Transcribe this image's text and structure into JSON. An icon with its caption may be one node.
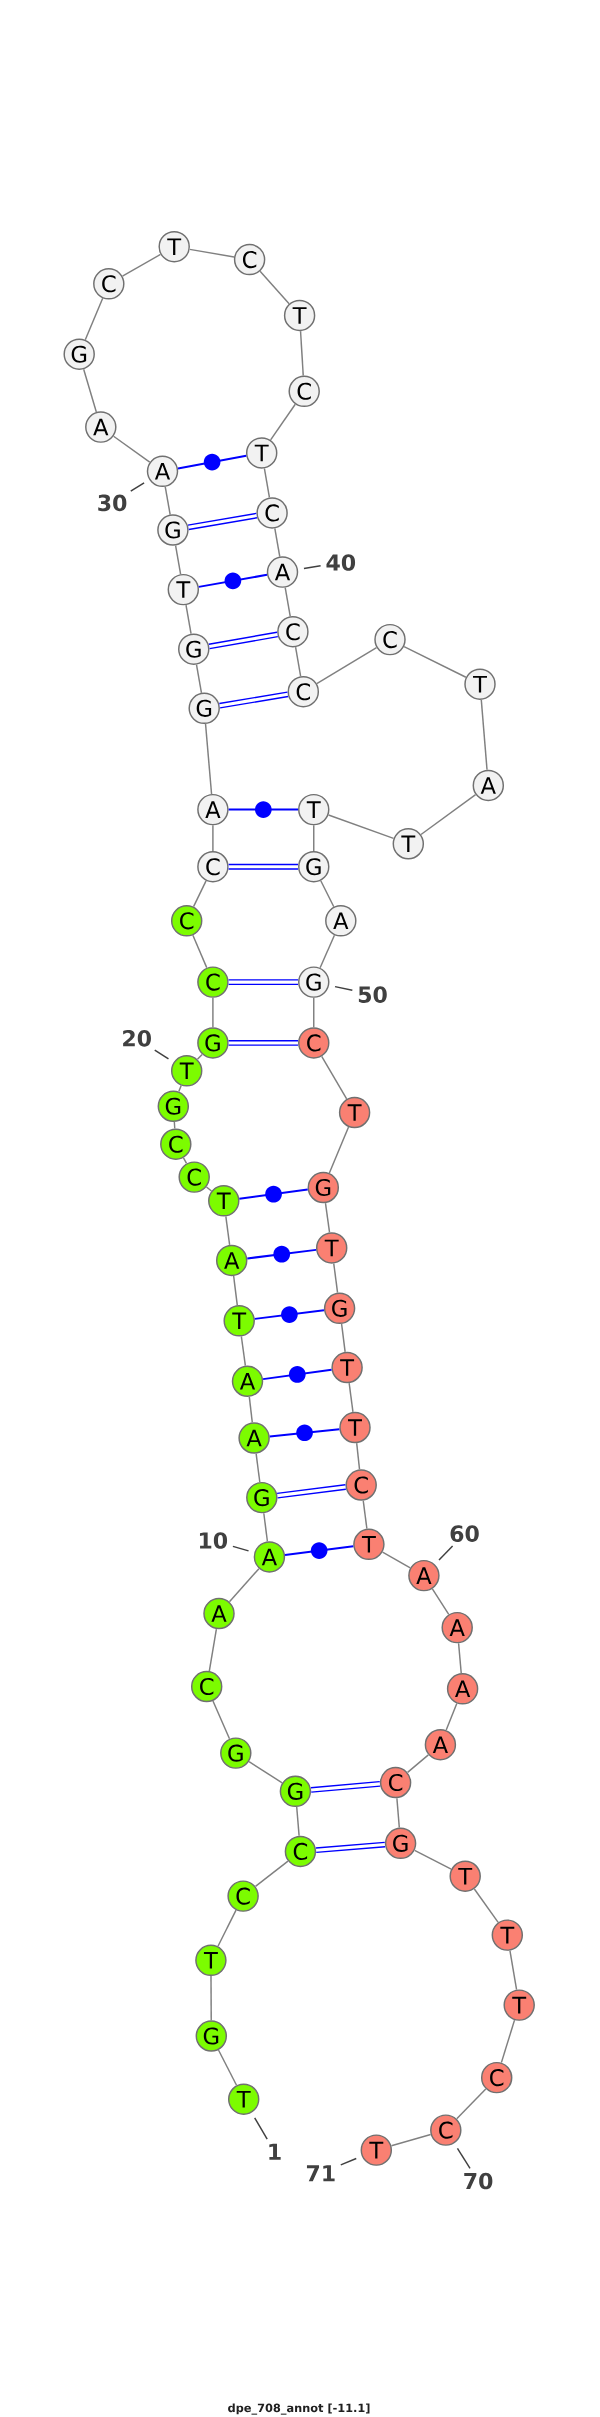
{
  "diagram": {
    "caption": "dpe_708_annot [-11.1]",
    "nodes": [
      {
        "text": [
          "T"
        ]
      },
      {
        "text": [
          "G"
        ]
      },
      {
        "text": [
          "T"
        ]
      },
      {
        "text": [
          "C"
        ]
      },
      {
        "text": [
          "C"
        ]
      },
      {
        "text": [
          "G"
        ]
      },
      {
        "text": [
          "G"
        ]
      },
      {
        "text": [
          "C"
        ]
      },
      {
        "text": [
          "A"
        ]
      },
      {
        "text": [
          "A"
        ]
      },
      {
        "text": [
          "G"
        ]
      },
      {
        "text": [
          "A"
        ]
      },
      {
        "text": [
          "A"
        ]
      },
      {
        "text": [
          "T"
        ]
      },
      {
        "text": [
          "A"
        ]
      },
      {
        "text": [
          "T"
        ]
      },
      {
        "text": [
          "C"
        ]
      },
      {
        "text": [
          "C"
        ]
      },
      {
        "text": [
          "G"
        ]
      },
      {
        "text": [
          "T"
        ]
      },
      {
        "text": [
          "G"
        ]
      },
      {
        "text": [
          "C"
        ]
      },
      {
        "text": [
          "C"
        ]
      },
      {
        "text": [
          "C"
        ]
      },
      {
        "text": [
          "A"
        ]
      },
      {
        "text": [
          "G"
        ]
      },
      {
        "text": [
          "G"
        ]
      },
      {
        "text": [
          "T"
        ]
      },
      {
        "text": [
          "G"
        ]
      },
      {
        "text": [
          "A"
        ]
      },
      {
        "text": [
          "A"
        ]
      },
      {
        "text": [
          "G"
        ]
      },
      {
        "text": [
          "C"
        ]
      },
      {
        "text": [
          "T"
        ]
      },
      {
        "text": [
          "C"
        ]
      },
      {
        "text": [
          "T"
        ]
      },
      {
        "text": [
          "C"
        ]
      },
      {
        "text": [
          "T"
        ]
      },
      {
        "text": [
          "C"
        ]
      },
      {
        "text": [
          "A"
        ]
      },
      {
        "text": [
          "C"
        ]
      },
      {
        "text": [
          "C"
        ]
      },
      {
        "text": [
          "C"
        ]
      },
      {
        "text": [
          "T"
        ]
      },
      {
        "text": [
          "A"
        ]
      },
      {
        "text": [
          "T"
        ]
      },
      {
        "text": [
          "T"
        ]
      },
      {
        "text": [
          "G"
        ]
      },
      {
        "text": [
          "A"
        ]
      },
      {
        "text": [
          "G"
        ]
      },
      {
        "text": [
          "C"
        ]
      },
      {
        "text": [
          "T"
        ]
      },
      {
        "text": [
          "G"
        ]
      },
      {
        "text": [
          "T"
        ]
      },
      {
        "text": [
          "G"
        ]
      },
      {
        "text": [
          "T"
        ]
      },
      {
        "text": [
          "T"
        ]
      },
      {
        "text": [
          "C"
        ]
      },
      {
        "text": [
          "T"
        ]
      },
      {
        "text": [
          "A"
        ]
      },
      {
        "text": [
          "A"
        ]
      },
      {
        "text": [
          "A"
        ]
      },
      {
        "text": [
          "A"
        ]
      },
      {
        "text": [
          "C"
        ]
      },
      {
        "text": [
          "G"
        ]
      },
      {
        "text": [
          "T"
        ]
      },
      {
        "text": [
          "T"
        ]
      },
      {
        "text": [
          "T"
        ]
      },
      {
        "text": [
          "C"
        ]
      },
      {
        "text": [
          "C"
        ]
      },
      {
        "text": [
          "T"
        ]
      },
      {
        "text": [
          "1"
        ]
      },
      {
        "text": [
          "10"
        ]
      },
      {
        "text": [
          "20"
        ]
      },
      {
        "text": [
          "30"
        ]
      },
      {
        "text": [
          "40"
        ]
      },
      {
        "text": [
          "50"
        ]
      },
      {
        "text": [
          "60"
        ]
      },
      {
        "text": [
          "70"
        ]
      },
      {
        "text": [
          "71"
        ]
      }
    ],
    "edges": [
      {
        "from": 0,
        "to": 1,
        "arrow": "none"
      },
      {
        "from": 1,
        "to": 2,
        "arrow": "none"
      },
      {
        "from": 2,
        "to": 3,
        "arrow": "none"
      },
      {
        "from": 3,
        "to": 4,
        "arrow": "none"
      },
      {
        "from": 4,
        "to": 5,
        "arrow": "none"
      },
      {
        "from": 5,
        "to": 6,
        "arrow": "none"
      },
      {
        "from": 6,
        "to": 7,
        "arrow": "none"
      },
      {
        "from": 7,
        "to": 8,
        "arrow": "none"
      },
      {
        "from": 8,
        "to": 9,
        "arrow": "none"
      },
      {
        "from": 9,
        "to": 10,
        "arrow": "none"
      },
      {
        "from": 10,
        "to": 11,
        "arrow": "none"
      },
      {
        "from": 11,
        "to": 12,
        "arrow": "none"
      },
      {
        "from": 12,
        "to": 13,
        "arrow": "none"
      },
      {
        "from": 13,
        "to": 14,
        "arrow": "none"
      },
      {
        "from": 14,
        "to": 15,
        "arrow": "none"
      },
      {
        "from": 15,
        "to": 16,
        "arrow": "none"
      },
      {
        "from": 16,
        "to": 17,
        "arrow": "none"
      },
      {
        "from": 17,
        "to": 18,
        "arrow": "none"
      },
      {
        "from": 18,
        "to": 19,
        "arrow": "none"
      },
      {
        "from": 19,
        "to": 20,
        "arrow": "none"
      },
      {
        "from": 20,
        "to": 21,
        "arrow": "none"
      },
      {
        "from": 21,
        "to": 22,
        "arrow": "none"
      },
      {
        "from": 22,
        "to": 23,
        "arrow": "none"
      },
      {
        "from": 23,
        "to": 24,
        "arrow": "none"
      },
      {
        "from": 24,
        "to": 25,
        "arrow": "none"
      },
      {
        "from": 25,
        "to": 26,
        "arrow": "none"
      },
      {
        "from": 26,
        "to": 27,
        "arrow": "none"
      },
      {
        "from": 27,
        "to": 28,
        "arrow": "none"
      },
      {
        "from": 28,
        "to": 29,
        "arrow": "none"
      },
      {
        "from": 29,
        "to": 30,
        "arrow": "none"
      },
      {
        "from": 30,
        "to": 31,
        "arrow": "none"
      },
      {
        "from": 31,
        "to": 32,
        "arrow": "none"
      },
      {
        "from": 32,
        "to": 33,
        "arrow": "none"
      },
      {
        "from": 33,
        "to": 34,
        "arrow": "none"
      },
      {
        "from": 34,
        "to": 35,
        "arrow": "none"
      },
      {
        "from": 35,
        "to": 36,
        "arrow": "none"
      },
      {
        "from": 36,
        "to": 37,
        "arrow": "none"
      },
      {
        "from": 37,
        "to": 38,
        "arrow": "none"
      },
      {
        "from": 38,
        "to": 39,
        "arrow": "none"
      },
      {
        "from": 39,
        "to": 40,
        "arrow": "none"
      },
      {
        "from": 40,
        "to": 41,
        "arrow": "none"
      },
      {
        "from": 41,
        "to": 42,
        "arrow": "none"
      },
      {
        "from": 42,
        "to": 43,
        "arrow": "none"
      },
      {
        "from": 43,
        "to": 44,
        "arrow": "none"
      },
      {
        "from": 44,
        "to": 45,
        "arrow": "none"
      },
      {
        "from": 45,
        "to": 46,
        "arrow": "none"
      },
      {
        "from": 46,
        "to": 47,
        "arrow": "none"
      },
      {
        "from": 47,
        "to": 48,
        "arrow": "none"
      },
      {
        "from": 48,
        "to": 49,
        "arrow": "none"
      },
      {
        "from": 49,
        "to": 50,
        "arrow": "none"
      },
      {
        "from": 50,
        "to": 51,
        "arrow": "none"
      },
      {
        "from": 51,
        "to": 52,
        "arrow": "none"
      },
      {
        "from": 52,
        "to": 53,
        "arrow": "none"
      },
      {
        "from": 53,
        "to": 54,
        "arrow": "none"
      },
      {
        "from": 54,
        "to": 55,
        "arrow": "none"
      },
      {
        "from": 55,
        "to": 56,
        "arrow": "none"
      },
      {
        "from": 56,
        "to": 57,
        "arrow": "none"
      },
      {
        "from": 57,
        "to": 58,
        "arrow": "none"
      },
      {
        "from": 58,
        "to": 59,
        "arrow": "none"
      },
      {
        "from": 59,
        "to": 60,
        "arrow": "none"
      },
      {
        "from": 60,
        "to": 61,
        "arrow": "none"
      },
      {
        "from": 61,
        "to": 62,
        "arrow": "none"
      },
      {
        "from": 62,
        "to": 63,
        "arrow": "none"
      },
      {
        "from": 63,
        "to": 64,
        "arrow": "none"
      },
      {
        "from": 64,
        "to": 65,
        "arrow": "none"
      },
      {
        "from": 65,
        "to": 66,
        "arrow": "none"
      },
      {
        "from": 66,
        "to": 67,
        "arrow": "none"
      },
      {
        "from": 67,
        "to": 68,
        "arrow": "none"
      },
      {
        "from": 68,
        "to": 69,
        "arrow": "none"
      },
      {
        "from": 69,
        "to": 70,
        "arrow": "none"
      },
      {
        "from": 4,
        "to": 64,
        "arrow": "none",
        "style": "thick",
        "color": "#0000ff"
      },
      {
        "from": 5,
        "to": 63,
        "arrow": "none",
        "style": "thick",
        "color": "#0000ff"
      },
      {
        "from": 9,
        "to": 58,
        "arrow": "none",
        "color": "#0000ff"
      },
      {
        "from": 10,
        "to": 57,
        "arrow": "none",
        "style": "thick",
        "color": "#0000ff"
      },
      {
        "from": 11,
        "to": 56,
        "arrow": "none",
        "color": "#0000ff"
      },
      {
        "from": 12,
        "to": 55,
        "arrow": "none",
        "color": "#0000ff"
      },
      {
        "from": 13,
        "to": 54,
        "arrow": "none",
        "color": "#0000ff"
      },
      {
        "from": 14,
        "to": 53,
        "arrow": "none",
        "color": "#0000ff"
      },
      {
        "from": 15,
        "to": 52,
        "arrow": "none",
        "color": "#0000ff"
      },
      {
        "from": 20,
        "to": 50,
        "arrow": "none",
        "style": "thick",
        "color": "#0000ff"
      },
      {
        "from": 21,
        "to": 49,
        "arrow": "none",
        "style": "thick",
        "color": "#0000ff"
      },
      {
        "from": 23,
        "to": 47,
        "arrow": "none",
        "style": "thick",
        "color": "#0000ff"
      },
      {
        "from": 24,
        "to": 46,
        "arrow": "none",
        "color": "#0000ff"
      },
      {
        "from": 25,
        "to": 41,
        "arrow": "none",
        "style": "thick",
        "color": "#0000ff"
      },
      {
        "from": 26,
        "to": 40,
        "arrow": "none",
        "style": "thick",
        "color": "#0000ff"
      },
      {
        "from": 27,
        "to": 39,
        "arrow": "none",
        "color": "#0000ff"
      },
      {
        "from": 28,
        "to": 38,
        "arrow": "none",
        "style": "thick",
        "color": "#0000ff"
      },
      {
        "from": 29,
        "to": 37,
        "arrow": "none",
        "color": "#0000ff"
      },
      {
        "from": 71,
        "to": 0,
        "arrow": "none",
        "color": "#404040"
      },
      {
        "from": 72,
        "to": 9,
        "arrow": "none",
        "color": "#404040"
      },
      {
        "from": 73,
        "to": 19,
        "arrow": "none",
        "color": "#404040"
      },
      {
        "from": 74,
        "to": 29,
        "arrow": "none",
        "color": "#404040"
      },
      {
        "from": 75,
        "to": 39,
        "arrow": "none",
        "color": "#404040"
      },
      {
        "from": 76,
        "to": 49,
        "arrow": "none",
        "color": "#404040"
      },
      {
        "from": 77,
        "to": 59,
        "arrow": "none",
        "color": "#404040"
      },
      {
        "from": 78,
        "to": 69,
        "arrow": "none",
        "color": "#404040"
      },
      {
        "from": 79,
        "to": 70,
        "arrow": "none",
        "color": "#404040"
      }
    ]
  }
}
